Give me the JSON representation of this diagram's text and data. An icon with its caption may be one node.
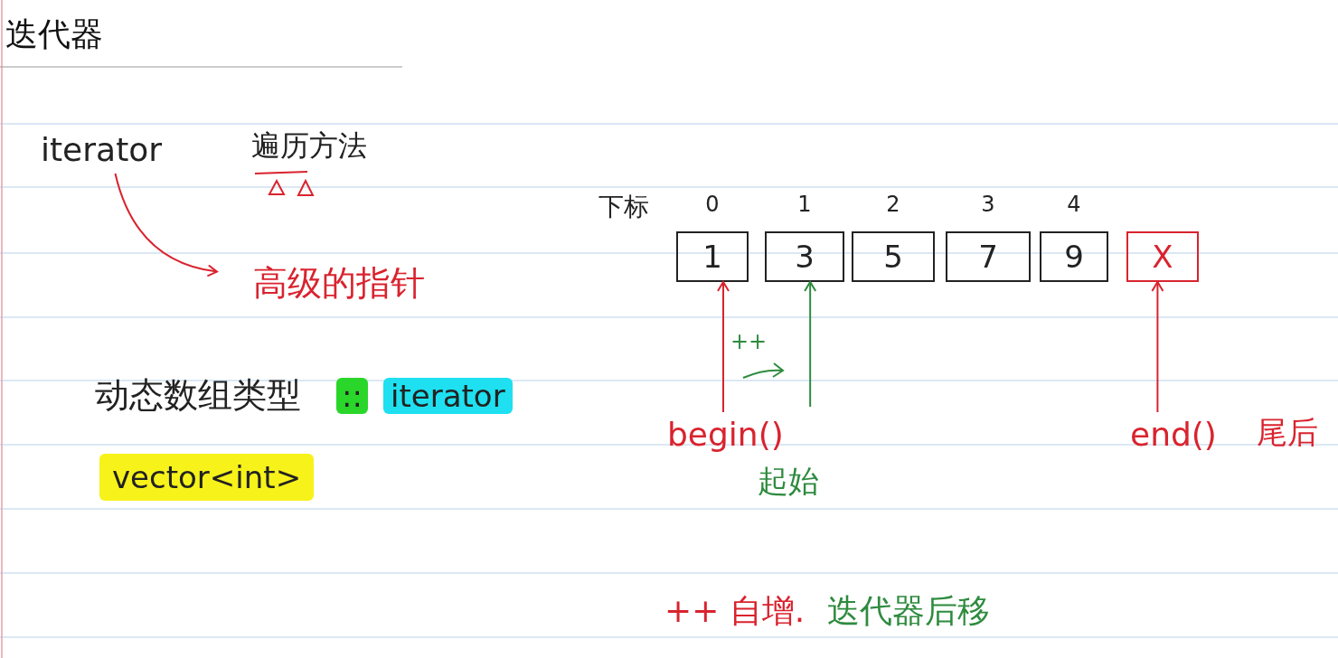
{
  "diagram": {
    "title": "迭代器",
    "nodes": [
      {
        "text": [
          "iterator"
        ]
      },
      {
        "text": [
          "高级的指针"
        ]
      },
      {
        "text": [
          "1"
        ],
        "beside": [
          "0"
        ]
      },
      {
        "text": [
          "3"
        ],
        "beside": [
          "1"
        ]
      },
      {
        "text": [
          "5"
        ],
        "beside": [
          "2"
        ]
      },
      {
        "text": [
          "7"
        ],
        "beside": [
          "3"
        ]
      },
      {
        "text": [
          "9"
        ],
        "beside": [
          "4"
        ]
      },
      {
        "text": [
          "X"
        ]
      },
      {
        "text": [
          "begin()"
        ],
        "beside": [
          "起始"
        ]
      },
      {
        "text": [
          "end()"
        ],
        "beside": [
          "尾后"
        ]
      }
    ],
    "edges": [
      {
        "from": 0,
        "to": 1,
        "arrow": "to"
      },
      {
        "from": 8,
        "to": 2,
        "arrow": "to"
      },
      {
        "from": null,
        "to": 3,
        "arrow": "to",
        "color": "#2e8b3e"
      },
      {
        "from": 9,
        "to": 7,
        "arrow": "to"
      }
    ],
    "labels": [
      "遍历方法",
      "下标",
      "++",
      "动态数组类型",
      "::",
      "iterator",
      "vector<int>",
      "++ 自增.",
      "迭代器后移"
    ]
  }
}
